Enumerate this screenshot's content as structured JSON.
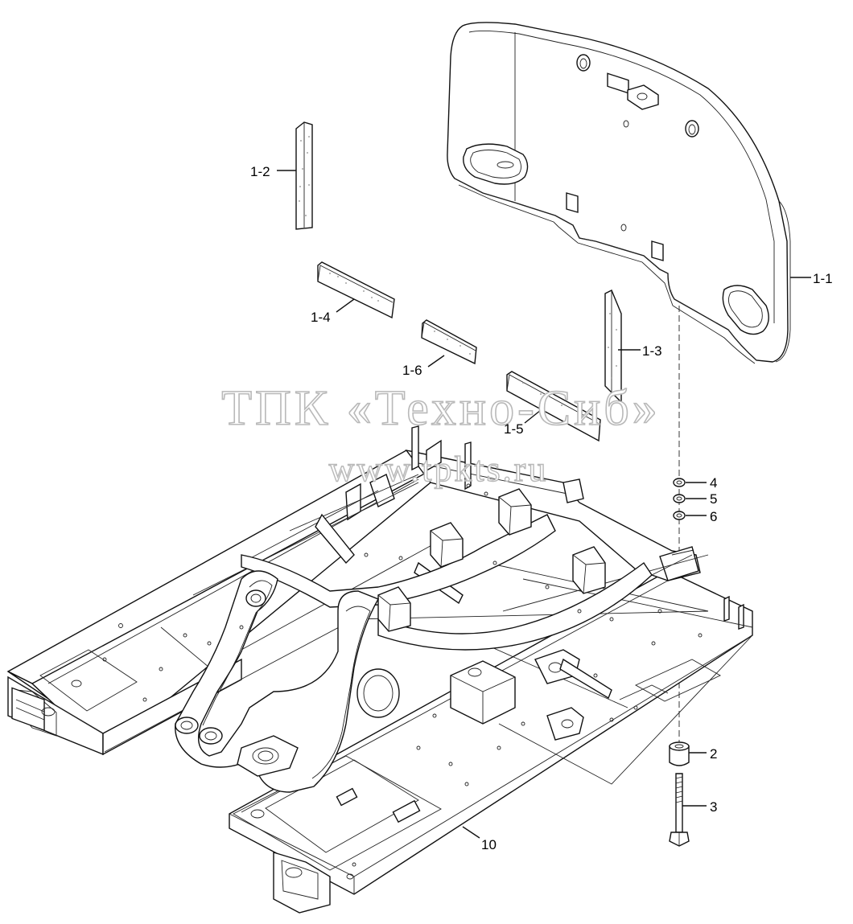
{
  "watermark": {
    "line1": "ТПК «Техно-Сиб»",
    "line2": "www.tpkts.ru"
  },
  "callouts": [
    {
      "id": "1-1",
      "label": "1-1"
    },
    {
      "id": "1-2",
      "label": "1-2"
    },
    {
      "id": "1-3",
      "label": "1-3"
    },
    {
      "id": "1-4",
      "label": "1-4"
    },
    {
      "id": "1-5",
      "label": "1-5"
    },
    {
      "id": "1-6",
      "label": "1-6"
    },
    {
      "id": "2",
      "label": "2"
    },
    {
      "id": "3",
      "label": "3"
    },
    {
      "id": "4",
      "label": "4"
    },
    {
      "id": "5",
      "label": "5"
    },
    {
      "id": "6",
      "label": "6"
    },
    {
      "id": "10",
      "label": "10"
    }
  ]
}
